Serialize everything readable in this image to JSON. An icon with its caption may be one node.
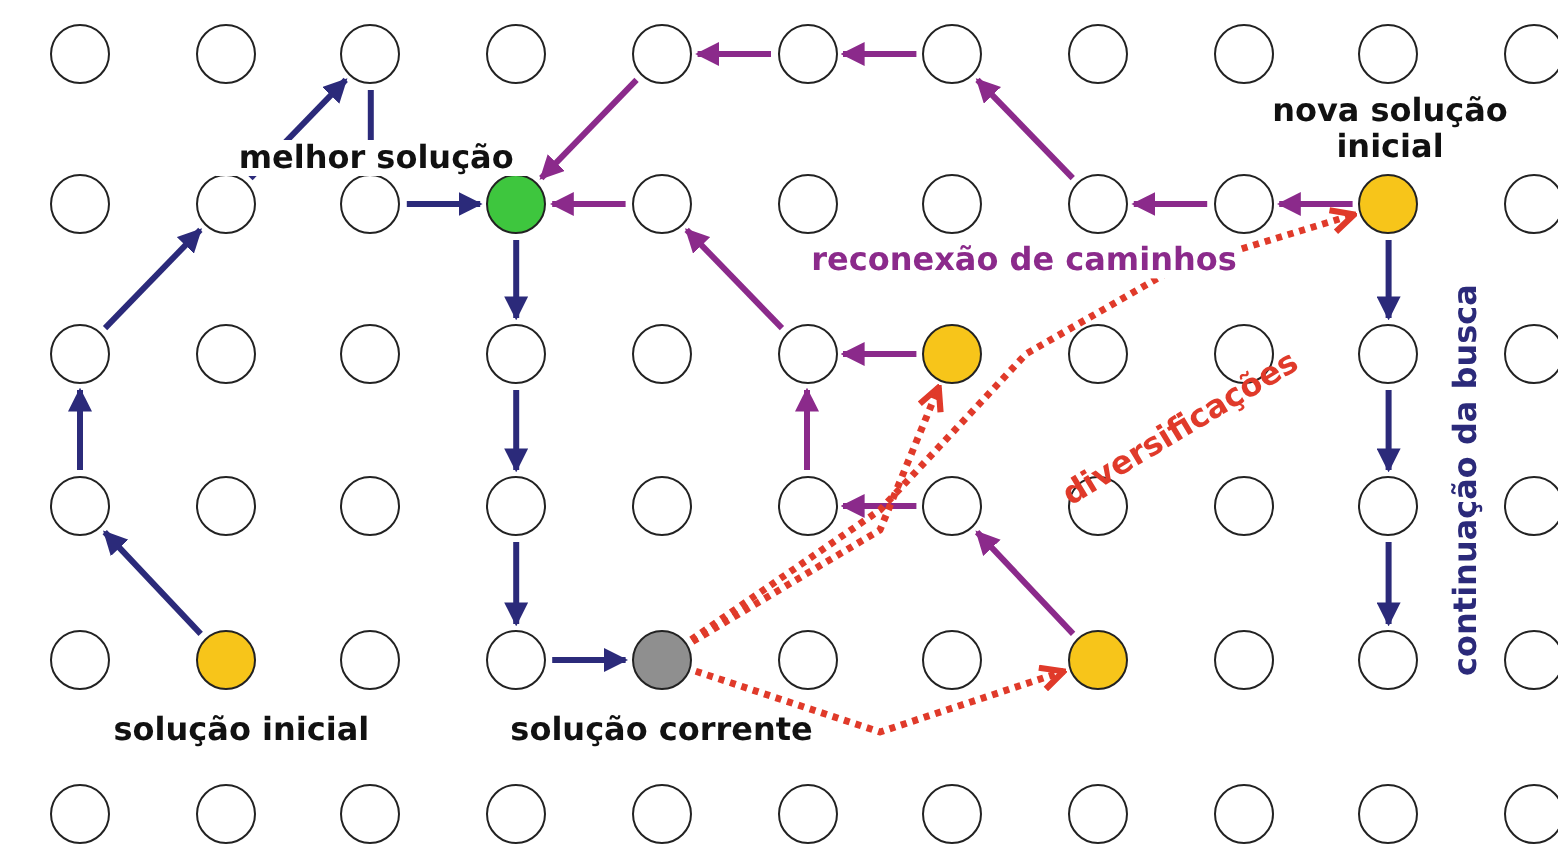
{
  "diagram": {
    "nodes": [
      {
        "text": [],
        "shape": "circle"
      },
      {
        "text": [],
        "shape": "circle"
      },
      {
        "text": [],
        "shape": "circle"
      },
      {
        "text": [],
        "shape": "circle"
      },
      {
        "text": [],
        "shape": "circle"
      },
      {
        "text": [],
        "shape": "circle"
      },
      {
        "text": [],
        "shape": "circle"
      },
      {
        "text": [],
        "shape": "circle"
      },
      {
        "text": [],
        "shape": "circle"
      },
      {
        "text": [],
        "shape": "circle"
      },
      {
        "text": [],
        "shape": "circle"
      },
      {
        "text": [],
        "shape": "circle"
      },
      {
        "text": [],
        "shape": "circle"
      },
      {
        "text": [],
        "shape": "circle"
      },
      {
        "text": [],
        "shape": "circle",
        "beside": [
          "melhor solução"
        ]
      },
      {
        "text": [],
        "shape": "circle"
      },
      {
        "text": [],
        "shape": "circle"
      },
      {
        "text": [],
        "shape": "circle"
      },
      {
        "text": [],
        "shape": "circle"
      },
      {
        "text": [],
        "shape": "circle"
      },
      {
        "text": [],
        "shape": "circle"
      },
      {
        "text": [],
        "shape": "circle"
      },
      {
        "text": [],
        "shape": "circle"
      },
      {
        "text": [],
        "shape": "circle"
      },
      {
        "text": [],
        "shape": "circle"
      },
      {
        "text": [],
        "shape": "circle"
      },
      {
        "text": [],
        "shape": "circle"
      },
      {
        "text": [],
        "shape": "circle"
      },
      {
        "text": [],
        "shape": "circle"
      },
      {
        "text": [],
        "shape": "circle"
      },
      {
        "text": [],
        "shape": "circle"
      },
      {
        "text": [],
        "shape": "circle"
      },
      {
        "text": [],
        "shape": "circle"
      },
      {
        "text": [],
        "shape": "circle"
      },
      {
        "text": [],
        "shape": "circle"
      },
      {
        "text": [],
        "shape": "circle"
      },
      {
        "text": [],
        "shape": "circle"
      },
      {
        "text": [],
        "shape": "circle"
      },
      {
        "text": [],
        "shape": "circle"
      },
      {
        "text": [],
        "shape": "circle"
      },
      {
        "text": [],
        "shape": "circle"
      },
      {
        "text": [],
        "shape": "circle"
      },
      {
        "text": [],
        "shape": "circle"
      },
      {
        "text": [],
        "shape": "circle"
      },
      {
        "text": [],
        "shape": "circle"
      },
      {
        "text": [],
        "shape": "circle",
        "beside": [
          "solução inicial"
        ]
      },
      {
        "text": [],
        "shape": "circle"
      },
      {
        "text": [],
        "shape": "circle"
      },
      {
        "text": [],
        "shape": "circle",
        "beside": [
          "solução corrente"
        ]
      },
      {
        "text": [],
        "shape": "circle"
      },
      {
        "text": [],
        "shape": "circle"
      },
      {
        "text": [],
        "shape": "circle"
      },
      {
        "text": [],
        "shape": "circle"
      },
      {
        "text": [],
        "shape": "circle"
      },
      {
        "text": [],
        "shape": "circle"
      },
      {
        "text": [],
        "shape": "circle"
      },
      {
        "text": [],
        "shape": "circle"
      },
      {
        "text": [],
        "shape": "circle"
      },
      {
        "text": [],
        "shape": "circle"
      },
      {
        "text": [],
        "shape": "circle"
      },
      {
        "text": [],
        "shape": "circle"
      },
      {
        "text": [],
        "shape": "circle"
      },
      {
        "text": [],
        "shape": "circle"
      },
      {
        "text": [],
        "shape": "circle"
      },
      {
        "text": [],
        "shape": "circle"
      },
      {
        "text": [],
        "shape": "circle"
      }
    ],
    "edges": [
      {
        "from": 45,
        "to": 33,
        "arrow": "to"
      },
      {
        "from": 33,
        "to": 22,
        "arrow": "to"
      },
      {
        "from": 22,
        "to": 12,
        "arrow": "to"
      },
      {
        "from": 12,
        "to": 2,
        "arrow": "to"
      },
      {
        "from": 2,
        "to": 13,
        "arrow": "to"
      },
      {
        "from": 13,
        "to": 14,
        "arrow": "to"
      },
      {
        "from": 14,
        "to": 25,
        "arrow": "to"
      },
      {
        "from": 25,
        "to": 36,
        "arrow": "to"
      },
      {
        "from": 36,
        "to": 47,
        "arrow": "to"
      },
      {
        "from": 47,
        "to": 48,
        "arrow": "to"
      },
      {
        "from": 20,
        "to": 19,
        "arrow": "to",
        "color": "#8b2a8b"
      },
      {
        "from": 19,
        "to": 18,
        "arrow": "to",
        "color": "#8b2a8b"
      },
      {
        "from": 18,
        "to": 6,
        "arrow": "to",
        "color": "#8b2a8b"
      },
      {
        "from": 6,
        "to": 5,
        "arrow": "to",
        "color": "#8b2a8b"
      },
      {
        "from": 5,
        "to": 4,
        "arrow": "to",
        "color": "#8b2a8b"
      },
      {
        "from": 4,
        "to": 14,
        "arrow": "to",
        "color": "#8b2a8b"
      },
      {
        "from": 15,
        "to": 14,
        "arrow": "to",
        "color": "#8b2a8b"
      },
      {
        "from": 27,
        "to": 15,
        "arrow": "to",
        "color": "#8b2a8b"
      },
      {
        "from": 28,
        "to": 27,
        "arrow": "to",
        "color": "#8b2a8b"
      },
      {
        "from": 38,
        "to": 27,
        "arrow": "to",
        "color": "#8b2a8b"
      },
      {
        "from": 39,
        "to": 38,
        "arrow": "to",
        "color": "#8b2a8b"
      },
      {
        "from": 51,
        "to": 39,
        "arrow": "to",
        "color": "#8b2a8b"
      },
      {
        "from": 48,
        "to": 28,
        "arrow": "to",
        "style": "dashed",
        "color": "#e03a2a"
      },
      {
        "from": 48,
        "to": 20,
        "arrow": "to",
        "style": "dashed",
        "color": "#e03a2a"
      },
      {
        "from": 48,
        "to": 51,
        "arrow": "to",
        "style": "dashed",
        "color": "#e03a2a"
      },
      {
        "from": 20,
        "to": 31,
        "arrow": "to"
      },
      {
        "from": 31,
        "to": 42,
        "arrow": "to"
      },
      {
        "from": 42,
        "to": 53,
        "arrow": "to"
      }
    ],
    "labels": [
      "nova solução inicial",
      "reconexão de caminhos",
      "diversificações",
      "continuação da busca"
    ]
  }
}
